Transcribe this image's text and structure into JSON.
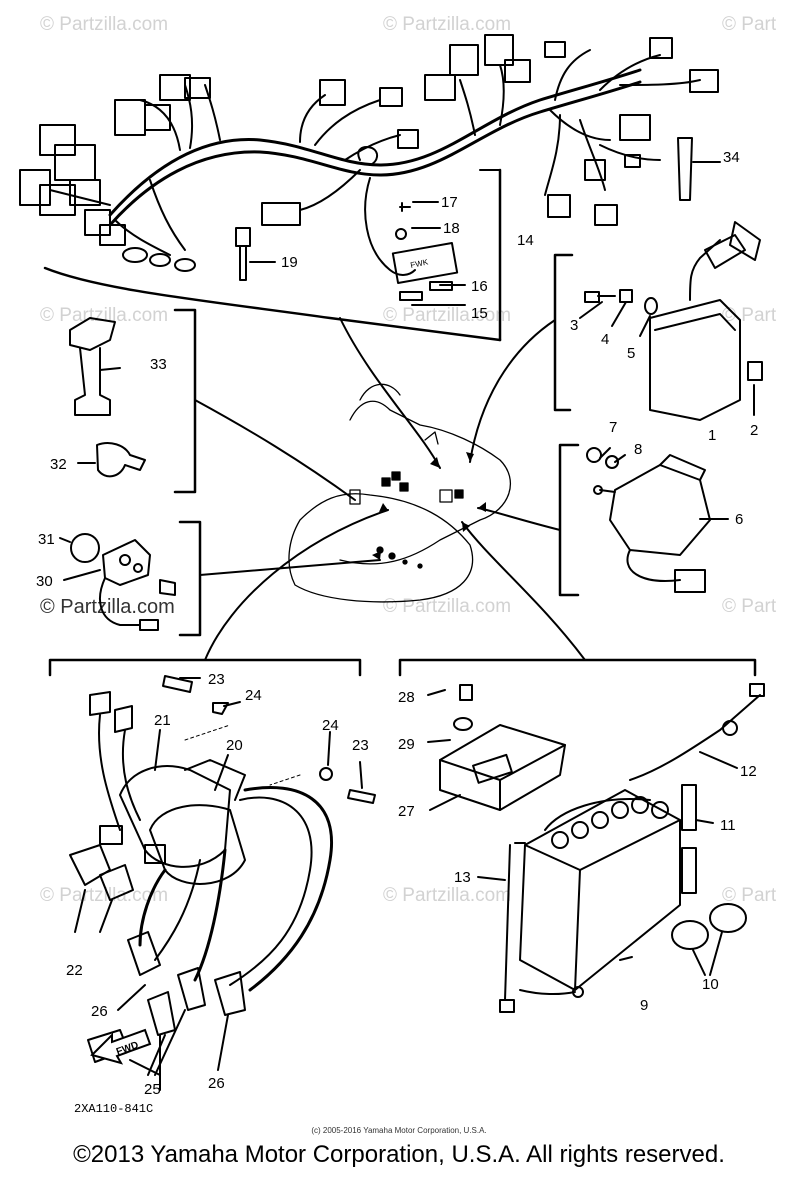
{
  "watermark": {
    "text": "© Partzilla.com",
    "short_text": "© Part",
    "color": "#d2d2d2"
  },
  "diagram_code": "2XA110-841C",
  "fwd_label": "FWD",
  "ccu_label": "FWK",
  "small_copyright": "(c) 2005-2016 Yamaha Motor Corporation, U.S.A.",
  "copyright": "©2013 Yamaha Motor Corporation, U.S.A. All rights reserved.",
  "callouts": {
    "c1": "1",
    "c2": "2",
    "c3": "3",
    "c4": "4",
    "c5": "5",
    "c6": "6",
    "c7": "7",
    "c8": "8",
    "c9": "9",
    "c10": "10",
    "c11": "11",
    "c12": "12",
    "c13": "13",
    "c14": "14",
    "c15": "15",
    "c16": "16",
    "c17": "17",
    "c18": "18",
    "c19": "19",
    "c20": "20",
    "c21": "21",
    "c22": "22",
    "c23a": "23",
    "c23b": "23",
    "c24a": "24",
    "c24b": "24",
    "c25": "25",
    "c26a": "26",
    "c26b": "26",
    "c27": "27",
    "c28": "28",
    "c29": "29",
    "c30": "30",
    "c31": "31",
    "c32": "32",
    "c33": "33",
    "c34": "34"
  }
}
